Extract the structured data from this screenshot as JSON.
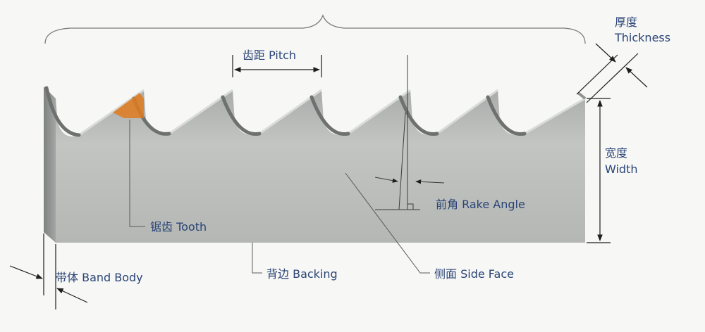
{
  "labels": {
    "pitch": "齿距  Pitch",
    "thickness_cn": "厚度",
    "thickness_en": "Thickness",
    "width_cn": "宽度",
    "width_en": "Width",
    "rake_angle": "前角 Rake Angle",
    "tooth": "锯齿 Tooth",
    "band_body": "带体 Band Body",
    "backing": "背边 Backing",
    "side_face": "侧面 Side Face"
  },
  "colors": {
    "label_text": "#2a4476",
    "blade_face": "#b9bcb9",
    "blade_side": "#8f9290",
    "tooth_highlight": "#e07a1e",
    "annotation_line": "#6b6e6f"
  }
}
